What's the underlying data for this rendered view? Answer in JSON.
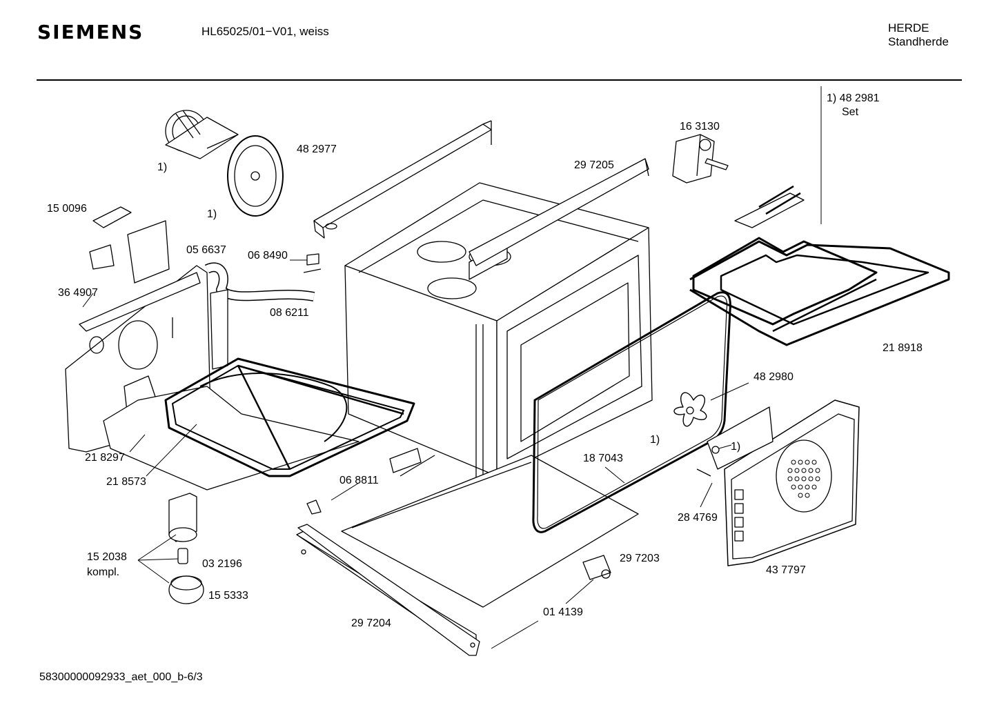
{
  "header": {
    "brand": "SIEMENS",
    "model": "HL65025/01−V01, weiss",
    "category_line1": "HERDE",
    "category_line2": "Standherde"
  },
  "footer": {
    "document_id": "58300000092933_aet_000_b-6/3"
  },
  "parts": [
    {
      "key": "p482981",
      "text": "1)  48 2981"
    },
    {
      "key": "set",
      "text": "Set"
    },
    {
      "key": "p163130",
      "text": "16 3130"
    },
    {
      "key": "p482977",
      "text": "48 2977"
    },
    {
      "key": "p297205",
      "text": "29 7205"
    },
    {
      "key": "fn_motor",
      "text": "1)"
    },
    {
      "key": "fn_cover",
      "text": "1)"
    },
    {
      "key": "p150096",
      "text": "15 0096"
    },
    {
      "key": "p056637",
      "text": "05 6637"
    },
    {
      "key": "p068490",
      "text": "06 8490"
    },
    {
      "key": "p364907",
      "text": "36 4907"
    },
    {
      "key": "p086211",
      "text": "08 6211"
    },
    {
      "key": "p218918",
      "text": "21 8918"
    },
    {
      "key": "p482980",
      "text": "48 2980"
    },
    {
      "key": "fn_fan",
      "text": "1)"
    },
    {
      "key": "fn_panel",
      "text": "1)"
    },
    {
      "key": "p187043",
      "text": "18 7043"
    },
    {
      "key": "p218297",
      "text": "21 8297"
    },
    {
      "key": "p218573",
      "text": "21 8573"
    },
    {
      "key": "p068811",
      "text": "06 8811"
    },
    {
      "key": "p284769",
      "text": "28 4769"
    },
    {
      "key": "p152038",
      "text": "15 2038"
    },
    {
      "key": "kompl",
      "text": "kompl."
    },
    {
      "key": "p032196",
      "text": "03 2196"
    },
    {
      "key": "p297203",
      "text": "29 7203"
    },
    {
      "key": "p437797",
      "text": "43 7797"
    },
    {
      "key": "p155333",
      "text": "15 5333"
    },
    {
      "key": "p014139",
      "text": "01 4139"
    },
    {
      "key": "p297204",
      "text": "29 7204"
    }
  ]
}
